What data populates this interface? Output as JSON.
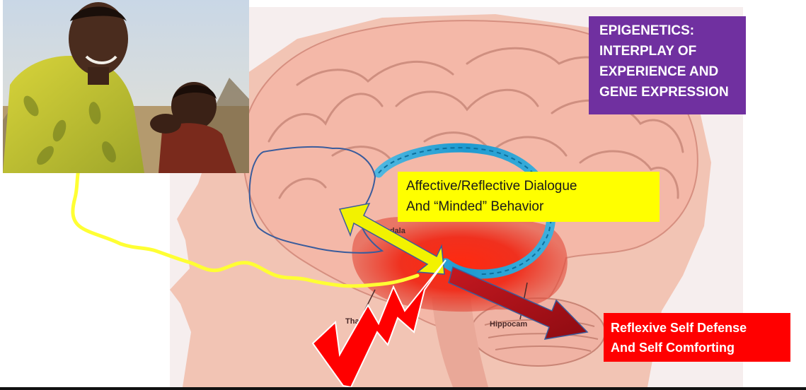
{
  "labels": {
    "epigenetics": "EPIGENETICS:\nINTERPLAY OF\nEXPERIENCE AND\nGENE EXPRESSION",
    "dialogue": "Affective/Reflective Dialogue\nAnd “Minded” Behavior",
    "reflexive": "Reflexive Self Defense\nAnd Self Comforting"
  },
  "brain_labels": {
    "amygdala": "ygdala",
    "thalamus": "Thal",
    "hippocampus": "Hippocam"
  },
  "colors": {
    "epigenetics_box": "#7030a0",
    "dialogue_box": "#ffff00",
    "reflexive_box": "#ff0000",
    "yellow_path": "#ffff33",
    "limbic_red": "#e8302a",
    "blue_band": "#2aa6d8",
    "dark_red_arrow": "#b0121a"
  },
  "icons": {
    "photo": "parent-and-child-photo",
    "brain": "brain-illustration",
    "lightning": "lightning-bolt-icon"
  }
}
